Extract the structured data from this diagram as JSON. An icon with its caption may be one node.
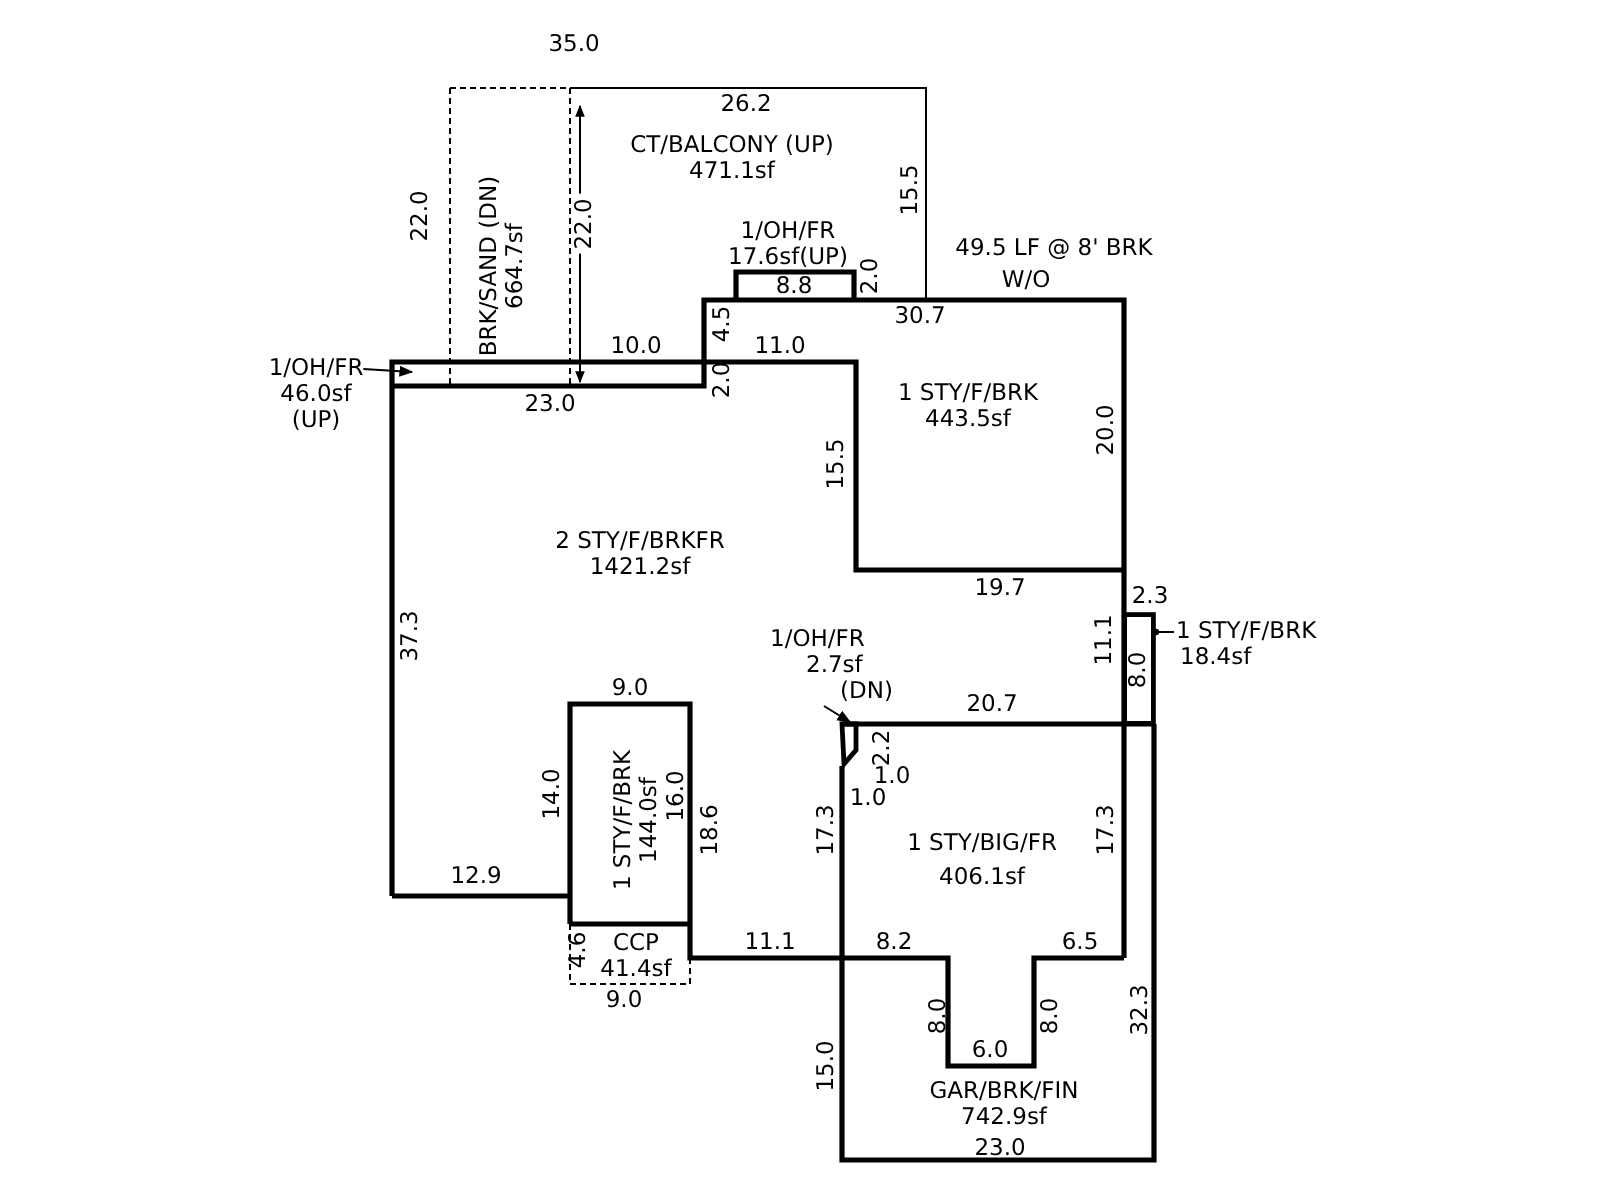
{
  "diagram": {
    "nodes": [
      {
        "text": [
          "CT/BALCONY (UP)",
          "471.1sf"
        ]
      },
      {
        "text": [
          "BRK/SAND (DN)",
          "664.7sf"
        ]
      },
      {
        "text": [
          "1/OH/FR",
          "17.6sf(UP)"
        ]
      },
      {
        "text": [
          "1/OH/FR",
          "46.0sf",
          "(UP)"
        ]
      },
      {
        "text": [
          "1 STY/F/BRK",
          "443.5sf"
        ]
      },
      {
        "text": [
          "2 STY/F/BRKFR",
          "1421.2sf"
        ]
      },
      {
        "text": [
          "1/OH/FR",
          "2.7sf",
          "(DN)"
        ]
      },
      {
        "text": [
          "1 STY/F/BRK",
          "18.4sf"
        ]
      },
      {
        "text": [
          "1 STY/F/BRK",
          "144.0sf"
        ]
      },
      {
        "text": [
          "1 STY/BIG/FR",
          "406.1sf"
        ]
      },
      {
        "text": [
          "CCP",
          "41.4sf"
        ]
      },
      {
        "text": [
          "GAR/BRK/FIN",
          "742.9sf"
        ]
      },
      {
        "text": [],
        "shape": "box"
      },
      {
        "text": [],
        "shape": "box"
      }
    ],
    "edges": [
      {
        "from": 3,
        "to": null,
        "arrow": "to"
      },
      {
        "from": 6,
        "to": 12,
        "arrow": "to"
      },
      {
        "from": 7,
        "to": 13,
        "arrow": "other"
      }
    ],
    "labels": [
      "35.0",
      "26.2",
      "22.0",
      "22.0",
      "15.5",
      "49.5 LF @ 8' BRK",
      "8.8",
      "2.0",
      "W/O",
      "30.7",
      "10.0",
      "4.5",
      "11.0",
      "23.0",
      "2.0",
      "20.0",
      "15.5",
      "19.7",
      "2.3",
      "37.3",
      "11.1",
      "8.0",
      "9.0",
      "20.7",
      "2.2",
      "14.0",
      "16.0",
      "1.0",
      "1.0",
      "18.6",
      "17.3",
      "17.3",
      "12.9",
      "4.6",
      "11.1",
      "8.2",
      "6.5",
      "9.0",
      "8.0",
      "8.0",
      "32.3",
      "15.0",
      "6.0",
      "23.0"
    ]
  }
}
